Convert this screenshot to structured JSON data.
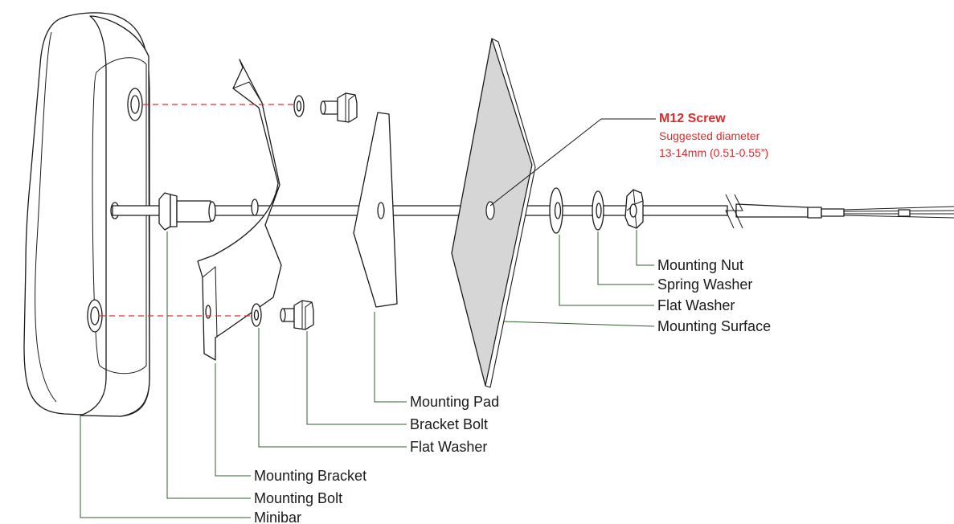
{
  "colors": {
    "leader_line": "#2f5d2f",
    "callout_red": "#e02a2a",
    "mounting_surface": "#d6d6d6",
    "outline": "#1a1a1a"
  },
  "callout": {
    "title": "M12 Screw",
    "line1": "Suggested diameter",
    "line2": "13-14mm (0.51-0.55”)"
  },
  "labels": {
    "mounting_nut": "Mounting Nut",
    "spring_washer": "Spring Washer",
    "flat_washer_right": "Flat Washer",
    "mounting_surface": "Mounting Surface",
    "mounting_pad": "Mounting Pad",
    "bracket_bolt": "Bracket Bolt",
    "flat_washer_left": "Flat Washer",
    "mounting_bracket": "Mounting Bracket",
    "mounting_bolt": "Mounting Bolt",
    "minibar": "Minibar"
  }
}
